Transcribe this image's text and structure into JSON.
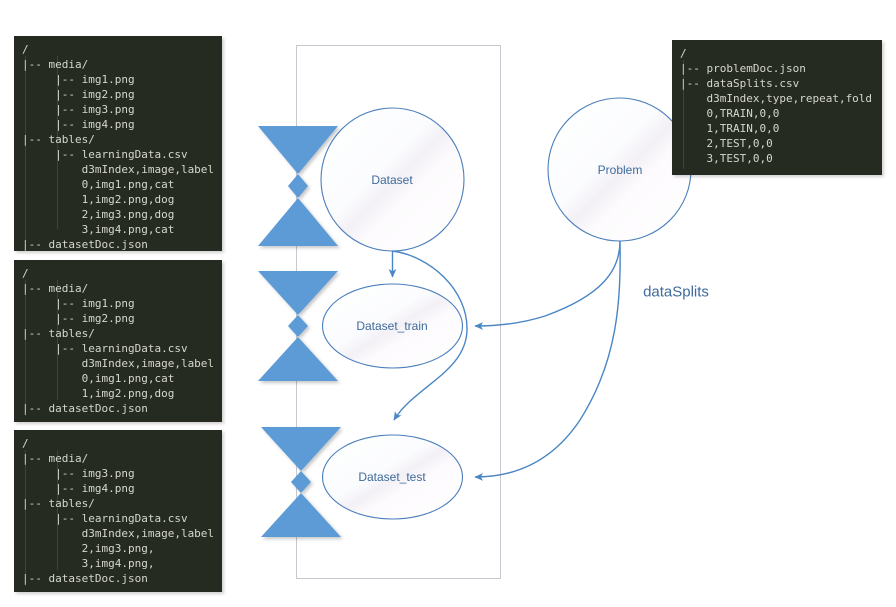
{
  "diagram": {
    "title": "Dataset / Problem split diagram",
    "colors": {
      "chevron_blue": "#5b9bd5",
      "node_stroke": "#4a7ebb",
      "node_text": "#3e6b9b",
      "edge_stroke": "#4a86c5",
      "container_stroke": "#c9c6d0",
      "terminal_bg": "#262b21",
      "terminal_fg": "#d5d7cf"
    }
  },
  "nodes": [
    {
      "id": "dataset",
      "label": "Dataset"
    },
    {
      "id": "problem",
      "label": "Problem"
    },
    {
      "id": "dataset_train",
      "label": "Dataset_train"
    },
    {
      "id": "dataset_test",
      "label": "Dataset_test"
    }
  ],
  "edge_labels": [
    {
      "id": "datasplits",
      "label": "dataSplits"
    }
  ],
  "terminals": [
    {
      "id": "dataset-tree",
      "lines": [
        "/",
        "|-- media/",
        "     |-- img1.png",
        "     |-- img2.png",
        "     |-- img3.png",
        "     |-- img4.png",
        "|-- tables/",
        "     |-- learningData.csv",
        "         d3mIndex,image,label",
        "         0,img1.png,cat",
        "         1,img2.png,dog",
        "         2,img3.png,dog",
        "         3,img4.png,cat",
        "|-- datasetDoc.json"
      ]
    },
    {
      "id": "dataset-train-tree",
      "lines": [
        "/",
        "|-- media/",
        "     |-- img1.png",
        "     |-- img2.png",
        "|-- tables/",
        "     |-- learningData.csv",
        "         d3mIndex,image,label",
        "         0,img1.png,cat",
        "         1,img2.png,dog",
        "|-- datasetDoc.json"
      ]
    },
    {
      "id": "dataset-test-tree",
      "lines": [
        "/",
        "|-- media/",
        "     |-- img3.png",
        "     |-- img4.png",
        "|-- tables/",
        "     |-- learningData.csv",
        "         d3mIndex,image,label",
        "         2,img3.png,",
        "         3,img4.png,",
        "|-- datasetDoc.json"
      ]
    },
    {
      "id": "problem-tree",
      "lines": [
        "/",
        "|-- problemDoc.json",
        "|-- dataSplits.csv",
        "    d3mIndex,type,repeat,fold",
        "    0,TRAIN,0,0",
        "    1,TRAIN,0,0",
        "    2,TEST,0,0",
        "    3,TEST,0,0"
      ]
    }
  ]
}
